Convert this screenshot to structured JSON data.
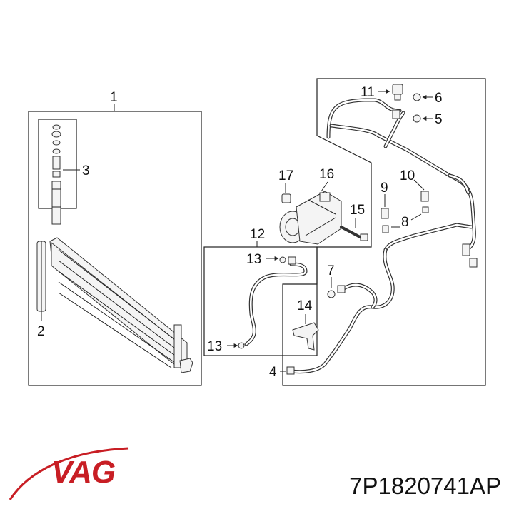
{
  "callouts": [
    "1",
    "2",
    "3",
    "4",
    "5",
    "6",
    "7",
    "8",
    "9",
    "10",
    "11",
    "12",
    "13",
    "13",
    "14",
    "15",
    "16",
    "17"
  ],
  "brand": {
    "logo_text": "VAG",
    "color": "#c81e24"
  },
  "part_number": "7P1820741AP"
}
